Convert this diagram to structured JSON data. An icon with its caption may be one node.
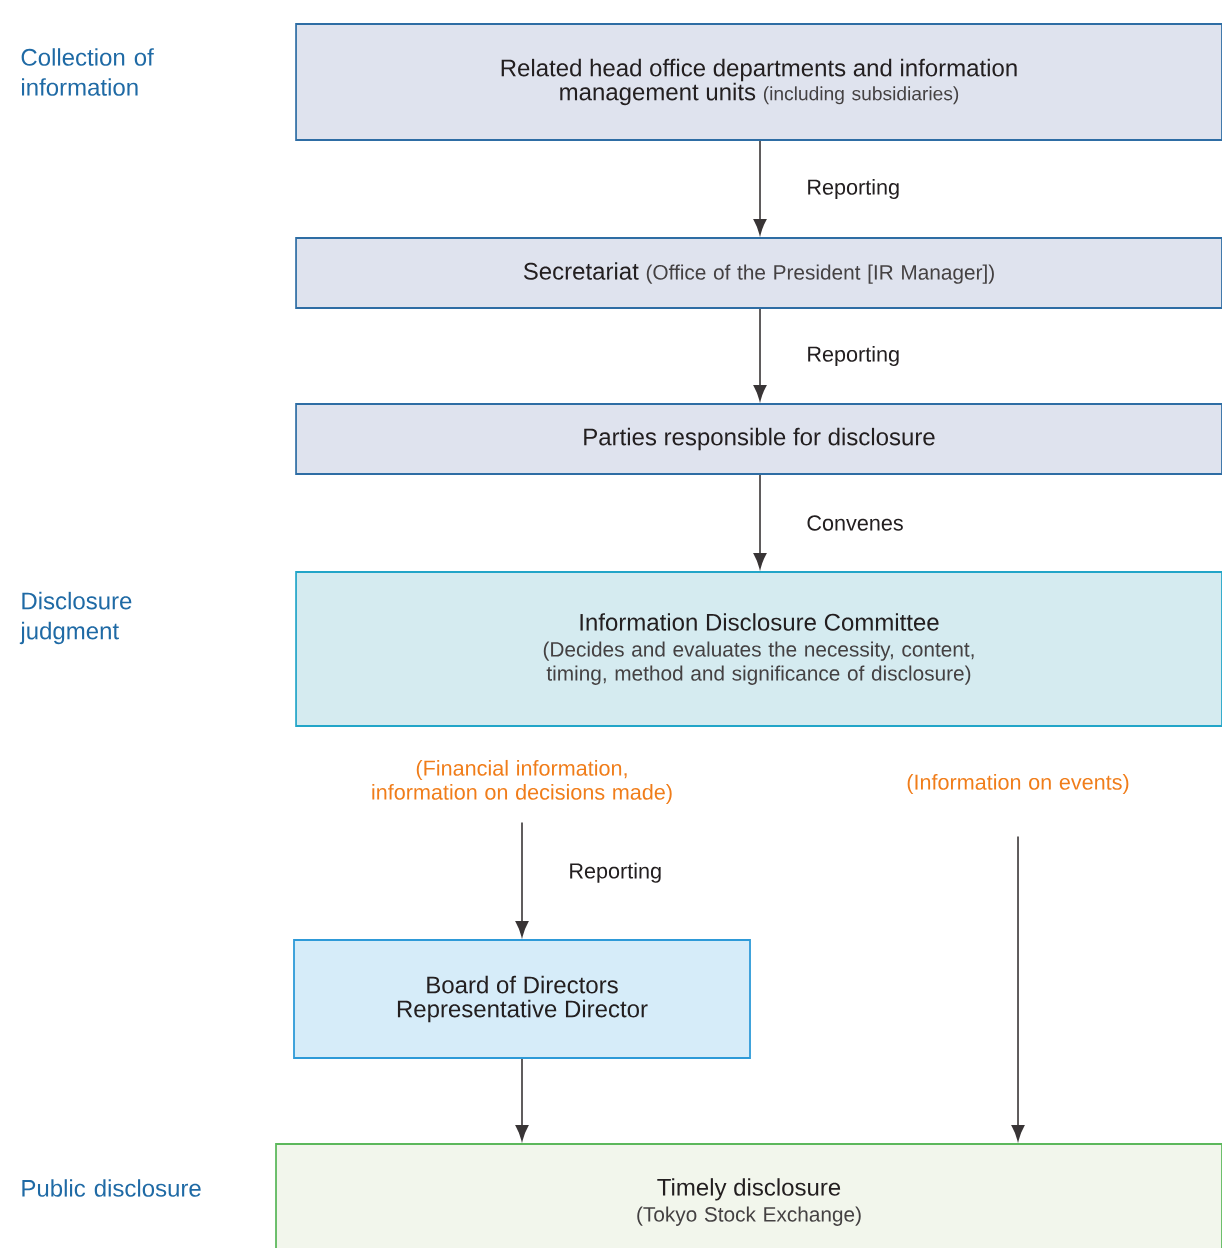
{
  "diagram": {
    "nodes": [
      {
        "text": [
          "Related head office departments and information management units",
          "(including subsidiaries)"
        ]
      },
      {
        "text": [
          "Secretariat",
          "(Office of the President [IR Manager])"
        ]
      },
      {
        "text": [
          "Parties responsible for disclosure"
        ]
      },
      {
        "text": [
          "Information Disclosure Committee",
          "(Decides and evaluates the necessity, content, timing, method and significance of disclosure)"
        ]
      },
      {
        "text": [
          "(Financial information, information on decisions made)"
        ]
      },
      {
        "text": [
          "(Information on events)"
        ]
      },
      {
        "text": [
          "Board of Directors Representative Director"
        ]
      },
      {
        "text": [
          "Timely disclosure",
          "(Tokyo Stock Exchange)"
        ]
      }
    ],
    "edges": [
      {
        "from": 0,
        "to": 1,
        "arrow": "to",
        "label": "Reporting"
      },
      {
        "from": 1,
        "to": 2,
        "arrow": "to",
        "label": "Reporting"
      },
      {
        "from": 2,
        "to": 3,
        "arrow": "to",
        "label": "Convenes"
      },
      {
        "from": 4,
        "to": 6,
        "arrow": "to",
        "label": "Reporting"
      },
      {
        "from": 6,
        "to": 7,
        "arrow": "to"
      },
      {
        "from": 5,
        "to": 7,
        "arrow": "to"
      }
    ],
    "labels": [
      "Collection of information",
      "Disclosure judgment",
      "Public disclosure"
    ]
  }
}
